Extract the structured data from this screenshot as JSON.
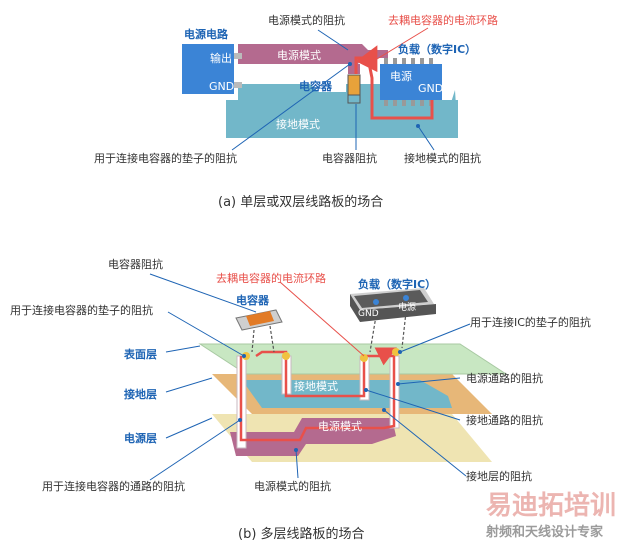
{
  "top": {
    "circuit_title": "电源电路",
    "out_label": "输出",
    "gnd_left": "GND",
    "power_plane": "电源模式",
    "ground_plane": "接地模式",
    "capacitor": "电容器",
    "load_title": "负载（数字IC）",
    "ic_power": "电源",
    "ic_gnd": "GND",
    "ann_power_impedance": "电源模式的阻抗",
    "ann_current_loop": "去耦电容器的电流环路",
    "ann_pad_impedance": "用于连接电容器的垫子的阻抗",
    "ann_cap_impedance": "电容器阻抗",
    "ann_ground_impedance": "接地模式的阻抗",
    "caption": "(a)  单层或双层线路板的场合"
  },
  "bottom": {
    "ann_cap_impedance": "电容器阻抗",
    "ann_current_loop": "去耦电容器的电流环路",
    "load_title": "负载（数字IC）",
    "ann_pad_impedance": "用于连接电容器的垫子的阻抗",
    "capacitor": "电容器",
    "ic_gnd": "GND",
    "ic_power": "电源",
    "ann_ic_pad_impedance": "用于连接IC的垫子的阻抗",
    "layer_surface": "表面层",
    "layer_ground": "接地层",
    "layer_power": "电源层",
    "ground_pattern": "接地模式",
    "power_pattern": "电源模式",
    "ann_power_via": "电源通路的阻抗",
    "ann_ground_via": "接地通路的阻抗",
    "ann_ground_layer": "接地层的阻抗",
    "ann_cap_via": "用于连接电容器的通路的阻抗",
    "ann_power_pattern": "电源模式的阻抗",
    "caption": "(b)  多层线路板的场合"
  },
  "watermark": {
    "brand": "易迪拓培训",
    "tagline": "射频和天线设计专家"
  }
}
